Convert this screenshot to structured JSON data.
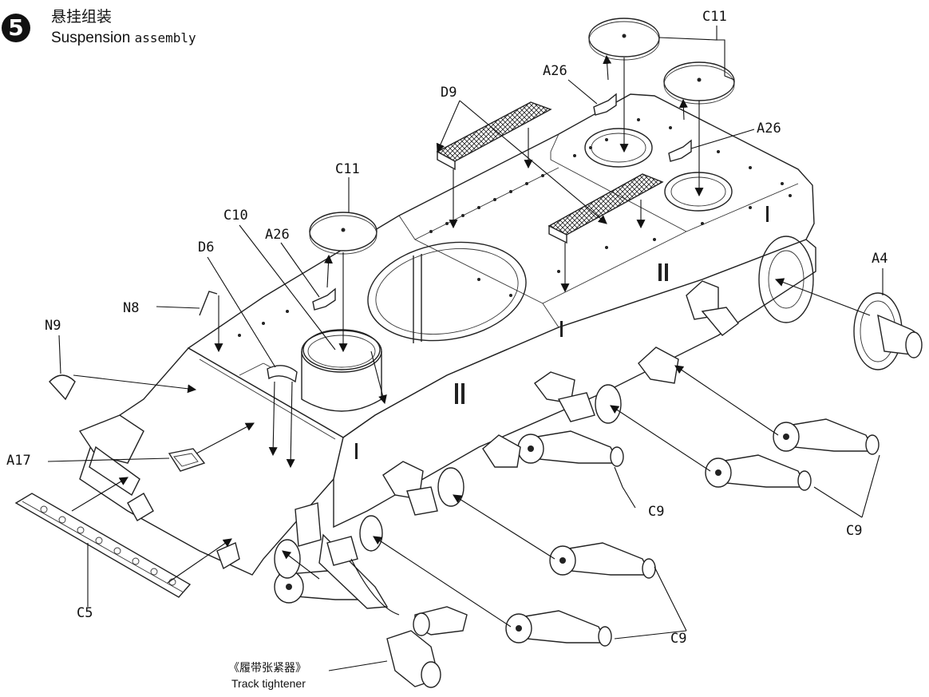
{
  "header": {
    "step_number": "5",
    "title_cn": "悬挂组装",
    "title_en_a": "Suspension",
    "title_en_b": "assembly"
  },
  "labels": {
    "c11_a": "C11",
    "c11_b": "C11",
    "a26_a": "A26",
    "a26_b": "A26",
    "a26_c": "A26",
    "d9": "D9",
    "c10": "C10",
    "d6": "D6",
    "n8": "N8",
    "n9": "N9",
    "a4": "A4",
    "a17": "A17",
    "c5": "C5",
    "c9_a": "C9",
    "c9_b": "C9",
    "c9_c": "C9"
  },
  "note": {
    "cn": "《履带张紧器》",
    "en": "Track tightener"
  },
  "colors": {
    "ink": "#222222",
    "background": "#ffffff"
  }
}
